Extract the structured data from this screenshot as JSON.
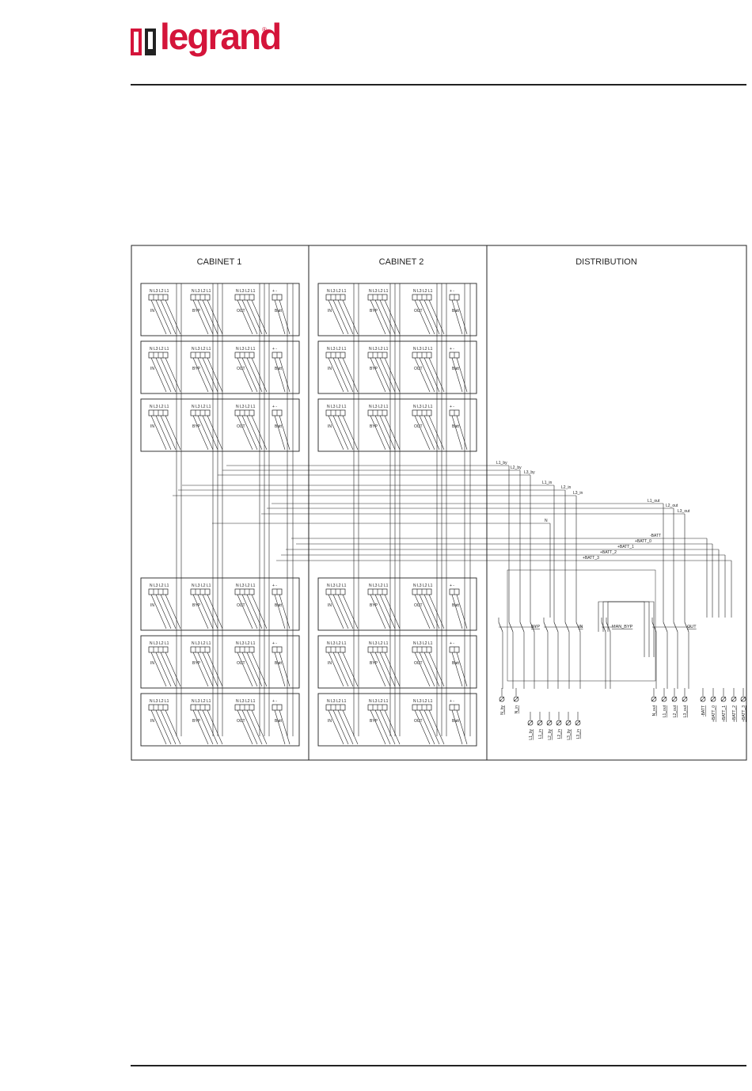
{
  "brand": {
    "name": "legrand",
    "registered": "®",
    "color": "#d4143a"
  },
  "sections": {
    "cabinet1": "CABINET 1",
    "cabinet2": "CABINET 2",
    "distribution": "DISTRIBUTION"
  },
  "module": {
    "terminal_header": "N  L3 L2 L1",
    "batt_header": "+    -",
    "labels": [
      "IN",
      "BYP",
      "OUT",
      "Batt"
    ]
  },
  "bus_labels": [
    "L1_by",
    "L2_by",
    "L3_by",
    "L1_in",
    "L2_in",
    "L3_in",
    "L1_out",
    "L2_out",
    "L3_out",
    "N",
    "-BATT",
    "+BATT_0",
    "+BATT_1",
    "+BATT_2",
    "+BATT_3"
  ],
  "switch_labels": {
    "byp": "BYP",
    "in": "IN",
    "man_byp": "MAN_BYP",
    "out": "OUT"
  },
  "bottom_terminals": {
    "left": [
      "N_by",
      "N_in"
    ],
    "middle": [
      "L1_by",
      "L1_in",
      "L2_by",
      "L2_in",
      "L3_by",
      "L3_in"
    ],
    "right": [
      "N_out",
      "L1_out",
      "L2_out",
      "L3_out"
    ],
    "batt": [
      "-BATT",
      "+BATT_0",
      "+BATT_1",
      "+BATT_2",
      "+BATT_3"
    ]
  }
}
